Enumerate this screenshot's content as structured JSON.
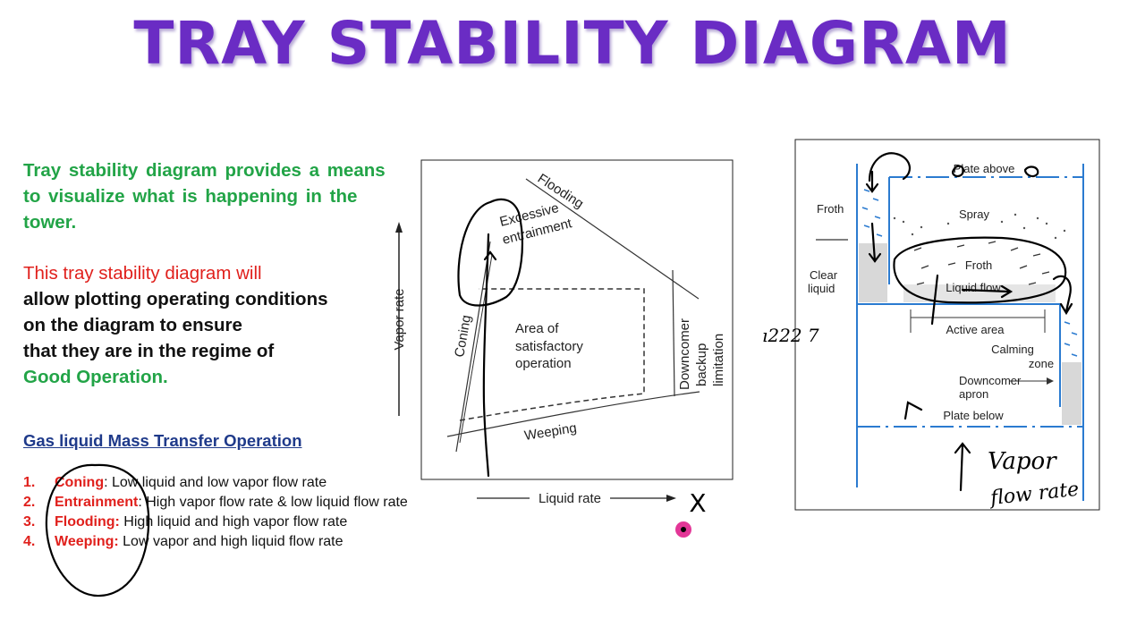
{
  "title": "TRAY STABILITY DIAGRAM",
  "intro": "Tray stability diagram provides a means to visualize what is happening in the tower.",
  "plot_text": {
    "line1": "This tray stability diagram will",
    "line2": "allow plotting operating conditions",
    "line3": "on the diagram to ensure",
    "line4": "that they are in the regime of",
    "line5": "Good Operation."
  },
  "subheading": "Gas liquid Mass Transfer Operation",
  "list": [
    {
      "num": "1.",
      "term": "Coning",
      "text": ": Low liquid and low vapor flow rate"
    },
    {
      "num": "2.",
      "term": "Entrainment",
      "text": ": High vapor flow rate & low liquid flow rate"
    },
    {
      "num": "3.",
      "term": "Flooding:",
      "text": " High liquid and high vapor flow rate"
    },
    {
      "num": "4.",
      "term": "Weeping:",
      "text": " Low vapor and high liquid flow rate"
    }
  ],
  "stability_diagram": {
    "y_axis": "Vapor rate",
    "x_axis": "Liquid rate",
    "regions": {
      "flooding": "Flooding",
      "entrainment_1": "Excessive",
      "entrainment_2": "entrainment",
      "coning": "Coning",
      "area_1": "Area of",
      "area_2": "satisfactory",
      "area_3": "operation",
      "downcomer_1": "Downcomer",
      "downcomer_2": "backup",
      "downcomer_3": "limitation",
      "weeping": "Weeping"
    }
  },
  "tray_figure": {
    "plate_above": "Plate above",
    "froth_left": "Froth",
    "clear_liquid_1": "Clear",
    "clear_liquid_2": "liquid",
    "spray": "Spray",
    "froth_center": "Froth",
    "liquid_flow": "Liquid flow",
    "active_area": "Active area",
    "calming_1": "Calming",
    "calming_2": "zone",
    "downcomer_apron_1": "Downcomer",
    "downcomer_apron_2": "apron",
    "plate_below": "Plate below"
  },
  "handwriting": {
    "x_mark": "X",
    "vapor": "Vapor",
    "flow_rate": "flow rate",
    "scribble": "ı222 7"
  },
  "colors": {
    "title": "#6a2cc4",
    "green": "#22a447",
    "red": "#e0201c",
    "navy": "#1f3a8a",
    "tower_blue": "#2b7bd0",
    "cursor": "#e0208c"
  }
}
